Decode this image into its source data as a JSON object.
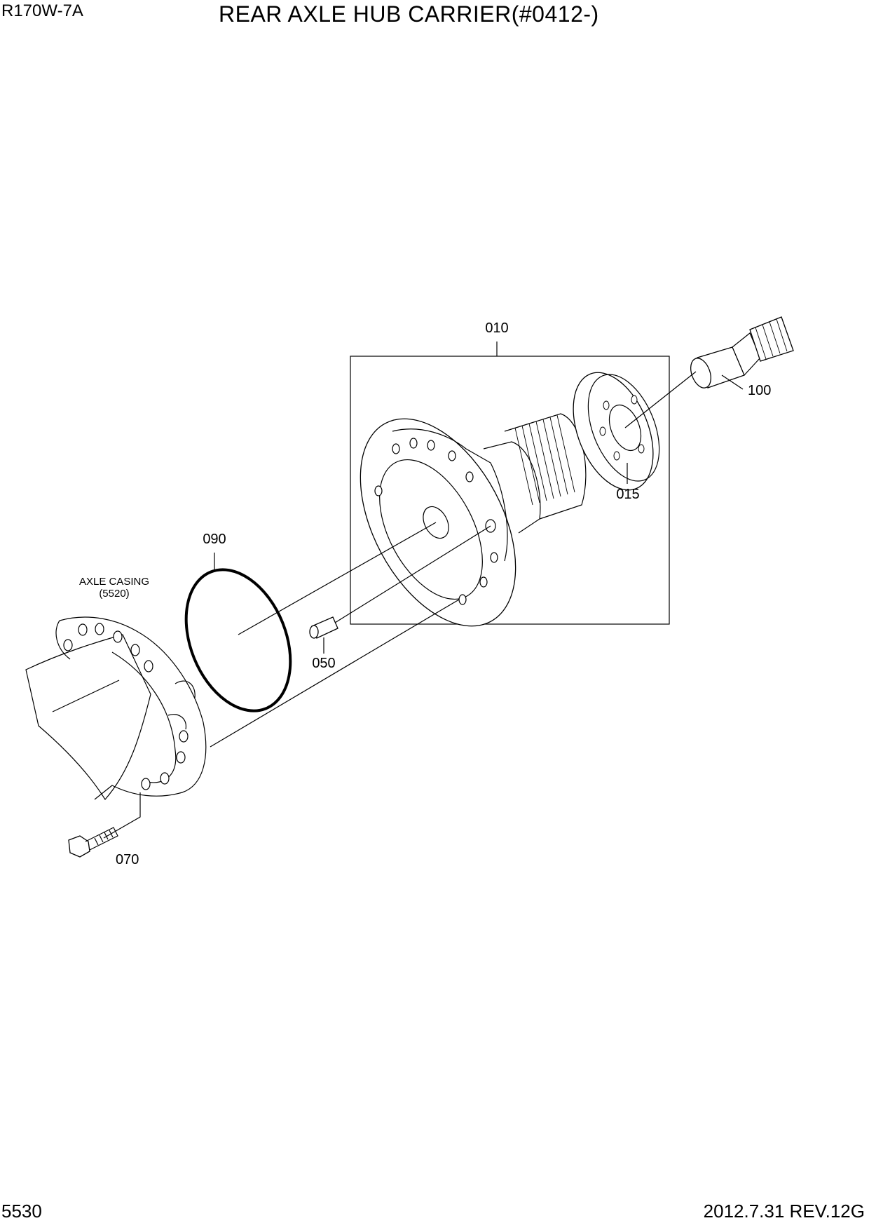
{
  "header": {
    "model": "R170W-7A",
    "title": "REAR AXLE HUB CARRIER(#0412-)"
  },
  "footer": {
    "page_number": "5530",
    "revision": "2012.7.31  REV.12G"
  },
  "parts": {
    "p010": "010",
    "p015": "015",
    "p050": "050",
    "p070": "070",
    "p090": "090",
    "p100": "100"
  },
  "reference": {
    "axle_casing": "AXLE CASING",
    "axle_casing_code": "(5520)"
  }
}
